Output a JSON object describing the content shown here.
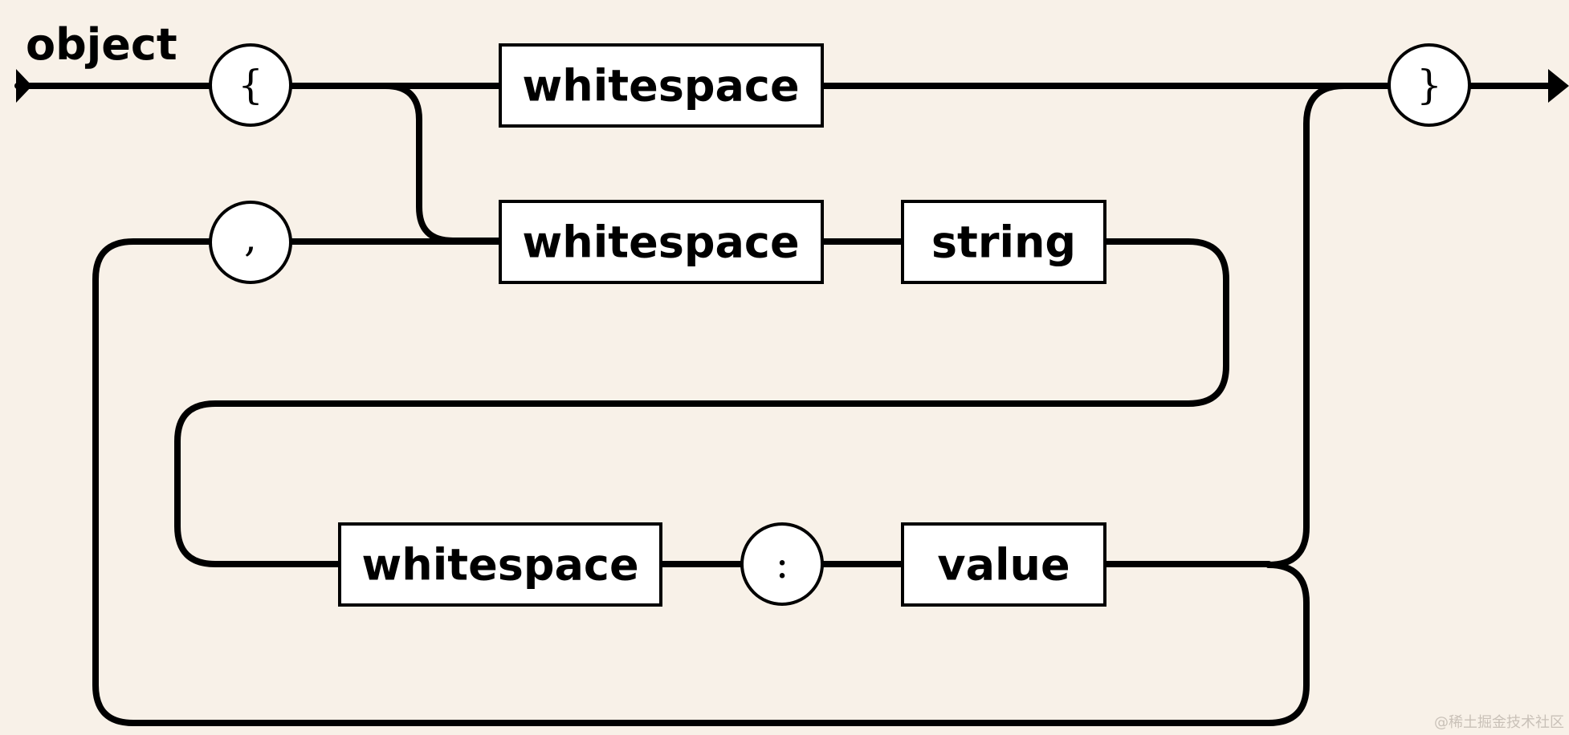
{
  "diagram": {
    "title": "object",
    "nodes": {
      "open_brace": "{",
      "close_brace": "}",
      "comma": ",",
      "colon": ":",
      "whitespace_top": "whitespace",
      "whitespace_mid": "whitespace",
      "string": "string",
      "whitespace_bottom": "whitespace",
      "value": "value"
    }
  },
  "watermark": "@稀土掘金技术社区",
  "colors": {
    "background": "#f8f1e8",
    "line": "#000000",
    "node_fill": "#ffffff"
  }
}
